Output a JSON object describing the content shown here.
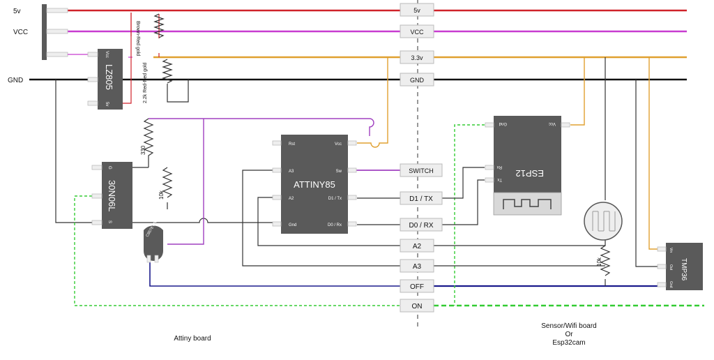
{
  "rails": {
    "v5": "5v",
    "vcc": "VCC",
    "gnd": "GND"
  },
  "connector": [
    "5v",
    "VCC",
    "3.3v",
    "GND",
    "SWITCH",
    "D1 / TX",
    "D0 / RX",
    "A2",
    "A3",
    "OFF",
    "ON"
  ],
  "regulator": {
    "name": "LZ805",
    "pin_vcc": "Vcc",
    "pin_5v": "5v"
  },
  "mosfet": {
    "name": "30N06L",
    "pin_g": "G",
    "pin_s": "S"
  },
  "transistor": {
    "name": "C8578 PNP"
  },
  "attiny": {
    "name": "ATTINY85",
    "pins_left": [
      "Rst",
      "A3",
      "A2",
      "Gnd"
    ],
    "pins_right": [
      "Vcc",
      "Sw",
      "D1 / Tx",
      "D0 / Rx"
    ]
  },
  "esp": {
    "name": "ESP12",
    "pin_gnd": "Gnd",
    "pin_vcc": "Vcc",
    "pin_rx": "Rx",
    "pin_tx": "Tx"
  },
  "tmp": {
    "name": "TMP36",
    "pin_vin": "Vin",
    "pin_out": "Out",
    "pin_gnd": "Gnd"
  },
  "resistors": {
    "r1": "Brown-Red gold",
    "r2": "2.2k Red-Red gold",
    "r3": "330",
    "r4": "10k",
    "r5": "10k"
  },
  "captions": {
    "attiny_board": "Attiny board",
    "sensor_board": [
      "Sensor/Wifi board",
      "Or",
      "Esp32cam"
    ]
  },
  "colors": {
    "v5": "#d0222a",
    "vcc": "#c83cd0",
    "v33": "#e0a030",
    "gnd": "#111111",
    "chip": "#5a5a5a",
    "dark_blue": "#1a1a8c",
    "green_dash": "#33cc33",
    "purple": "#a040c0"
  }
}
